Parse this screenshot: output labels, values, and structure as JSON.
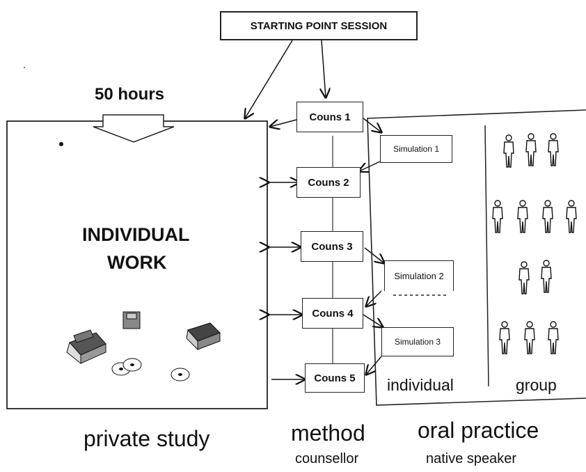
{
  "start": {
    "label": "STARTING POINT SESSION"
  },
  "hours": {
    "label": "50 hours"
  },
  "private": {
    "title_line1": "INDIVIDUAL",
    "title_line2": "WORK",
    "caption": "private study"
  },
  "counselling": {
    "sessions": [
      "Couns 1",
      "Couns 2",
      "Couns 3",
      "Couns 4",
      "Couns 5"
    ],
    "caption": "method",
    "subcaption": "counsellor"
  },
  "simulations": [
    "Simulation 1",
    "Simulation 2",
    "Simulation 3"
  ],
  "oral": {
    "individual_label": "individual",
    "group_label": "group",
    "caption": "oral practice",
    "subcaption": "native speaker"
  },
  "icons": [
    "computer-icon",
    "disk-icon",
    "cd-icon",
    "person-icon"
  ],
  "colors": {
    "ink": "#111111",
    "box_border": "#222222",
    "background": "#ffffff"
  }
}
